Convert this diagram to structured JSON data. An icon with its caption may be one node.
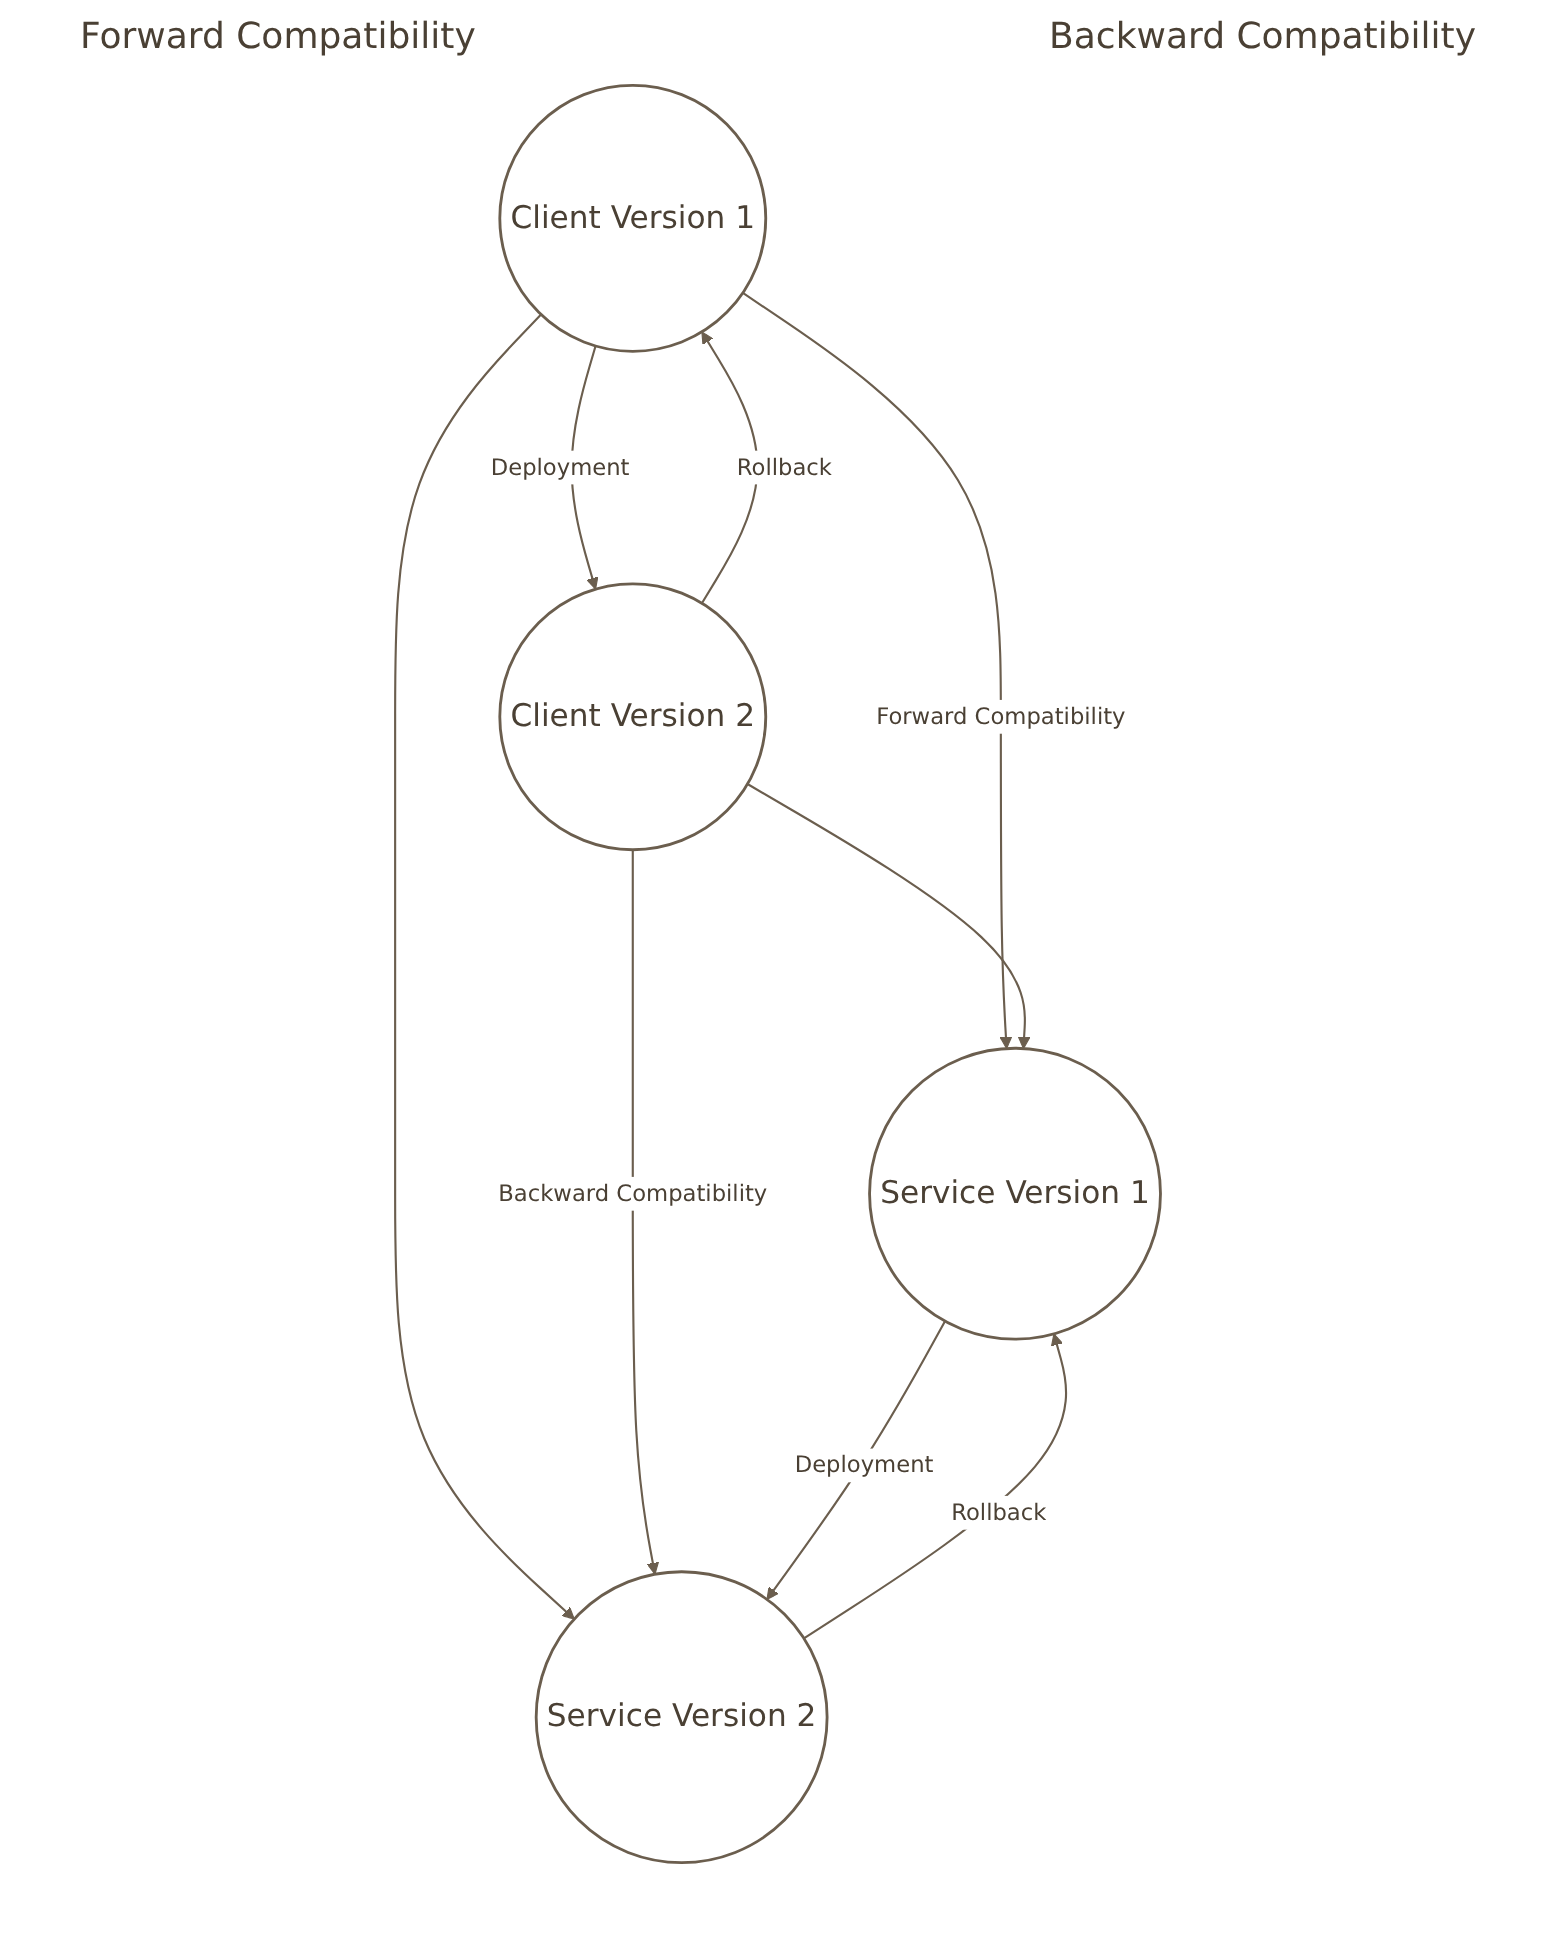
{
  "diagram": {
    "nodes": [
      {
        "text": [
          "Client Version 1"
        ]
      },
      {
        "text": [
          "Client Version 2"
        ]
      },
      {
        "text": [
          "Service Version 1"
        ]
      },
      {
        "text": [
          "Service Version 2"
        ]
      }
    ],
    "edges": [
      {
        "from": 0,
        "to": 1,
        "arrow": "to",
        "label": "Deployment"
      },
      {
        "from": 1,
        "to": 0,
        "arrow": "to",
        "label": "Rollback"
      },
      {
        "from": 0,
        "to": 2,
        "arrow": "to",
        "label": "Forward Compatibility"
      },
      {
        "from": 0,
        "to": 3,
        "arrow": "to"
      },
      {
        "from": 1,
        "to": 2,
        "arrow": "to"
      },
      {
        "from": 1,
        "to": 3,
        "arrow": "to",
        "label": "Backward Compatibility"
      },
      {
        "from": 2,
        "to": 3,
        "arrow": "to",
        "label": "Deployment"
      },
      {
        "from": 3,
        "to": 2,
        "arrow": "to",
        "label": "Rollback"
      }
    ],
    "labels": [
      "Forward Compatibility",
      "Backward Compatibility"
    ]
  }
}
